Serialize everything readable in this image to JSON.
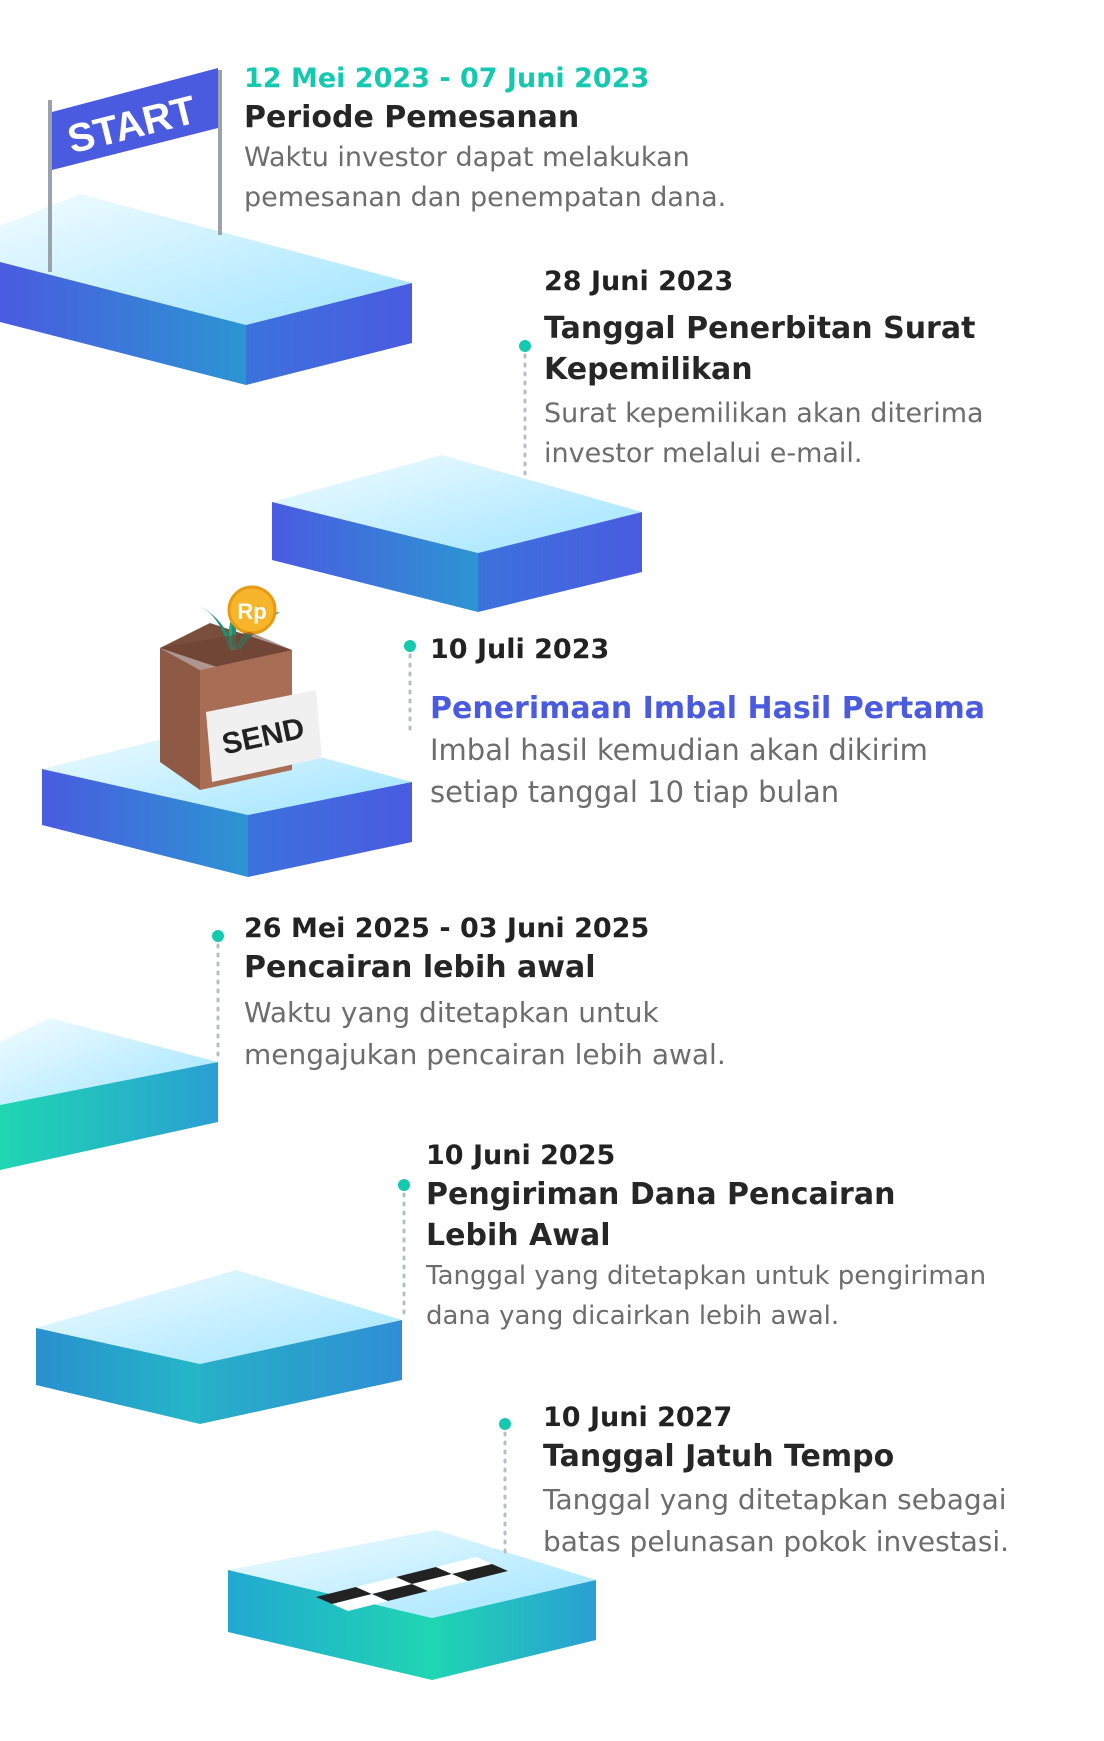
{
  "steps": [
    {
      "date": "12 Mei 2023 - 07 Juni 2023",
      "title": "Periode Pemesanan",
      "desc": [
        "Waktu investor dapat melakukan",
        "pemesanan dan penempatan dana."
      ]
    },
    {
      "date": "28 Juni 2023",
      "title": [
        "Tanggal Penerbitan Surat",
        "Kepemilikan"
      ],
      "desc": [
        "Surat kepemilikan akan diterima",
        "investor melalui e-mail."
      ]
    },
    {
      "date": "10 Juli 2023",
      "title": "Penerimaan Imbal Hasil Pertama",
      "desc": [
        "Imbal hasil kemudian akan dikirim",
        "setiap tanggal 10 tiap bulan"
      ]
    },
    {
      "date": "26 Mei 2025 - 03 Juni 2025",
      "title": "Pencairan lebih awal",
      "desc": [
        "Waktu yang ditetapkan untuk",
        "mengajukan pencairan lebih awal."
      ]
    },
    {
      "date": "10 Juni 2025",
      "title": [
        "Pengiriman Dana Pencairan",
        "Lebih Awal"
      ],
      "desc": [
        "Tanggal yang ditetapkan untuk pengiriman",
        "dana yang dicairkan lebih awal."
      ]
    },
    {
      "date": "10 Juni 2027",
      "title": "Tanggal Jatuh Tempo",
      "desc": [
        "Tanggal yang ditetapkan sebagai",
        "batas pelunasan pokok investasi."
      ]
    }
  ],
  "illustrations": {
    "start_flag": "START",
    "send_box": "SEND",
    "coin": "Rp"
  },
  "colors": {
    "accent_teal": "#14c9b0",
    "highlight_blue": "#4a5be0",
    "platform_blue": "#4a5be0",
    "platform_teal": "#1fd6b2",
    "platform_top": "#c8f2ff"
  }
}
